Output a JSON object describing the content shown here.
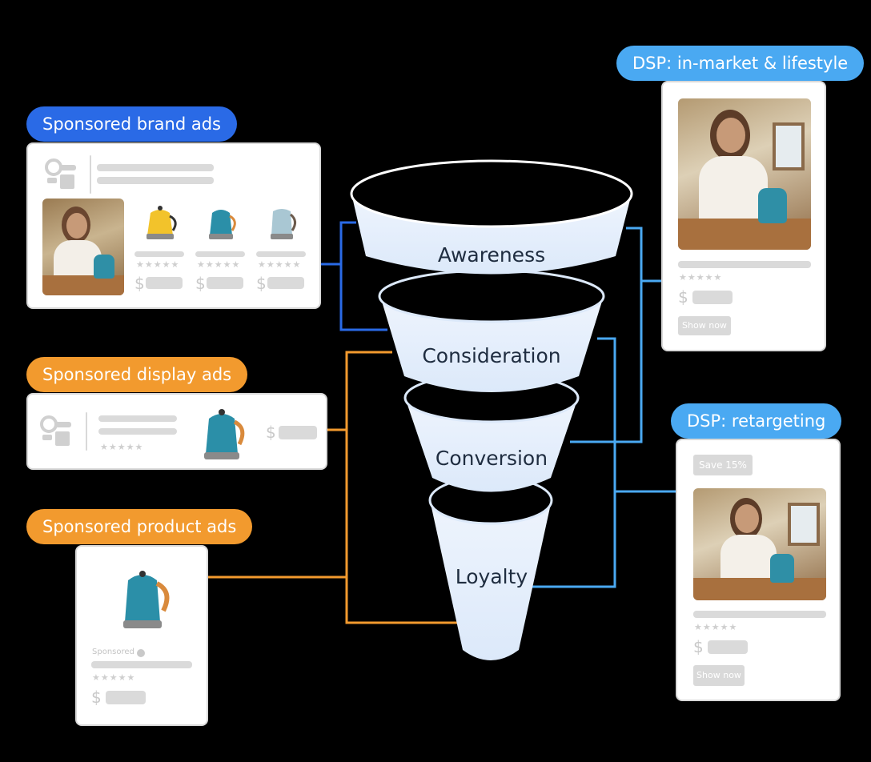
{
  "pills": {
    "brand": "Sponsored brand ads",
    "display": "Sponsored display ads",
    "product": "Sponsored product ads",
    "dsp_inmarket": "DSP: in-market & lifestyle",
    "dsp_retargeting": "DSP: retargeting"
  },
  "funnel": {
    "awareness": "Awareness",
    "consideration": "Consideration",
    "conversion": "Conversion",
    "loyalty": "Loyalty"
  },
  "cards": {
    "stars": "★★★★★",
    "currency": "$",
    "show_now": "Show now",
    "save_badge": "Save 15%",
    "sponsored": "Sponsored"
  },
  "colors": {
    "brand_blue": "#2a6ae6",
    "orange": "#f29a2e",
    "light_blue": "#4aa9f2",
    "funnel_fill": "#e4eefb",
    "background": "#000000"
  },
  "icons": [
    "logo-placeholder-icon",
    "kettle-icon",
    "woman-with-mug-photo",
    "info-icon"
  ]
}
